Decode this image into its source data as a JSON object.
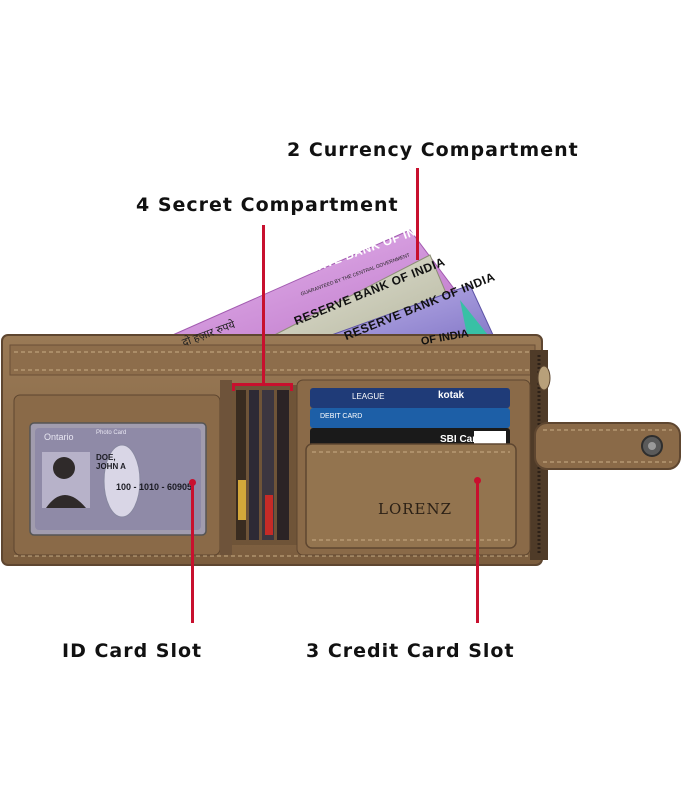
{
  "callouts": {
    "currency": "2 Currency Compartment",
    "secret": "4 Secret  Compartment",
    "id_slot": "ID Card Slot",
    "credit_slot": "3 Credit Card Slot"
  },
  "wallet": {
    "brand": "LORENZ"
  },
  "banknotes": {
    "issuer": "RESERVE BANK OF INDIA",
    "issuer_partial": "OF INDIA",
    "hindi_text": "दो हज़ार रुपये",
    "guarantee": "GUARANTEED BY THE CENTRAL GOVERNMENT"
  },
  "id_card": {
    "province": "Ontario",
    "title": "Photo Card",
    "name_last": "DOE,",
    "name_first": "JOHN A",
    "number": "100 - 1010 - 60905"
  },
  "cards": {
    "top": "kotak",
    "top_left": "LEAGUE",
    "middle": "DEBIT CARD",
    "bottom": "SBI Card"
  },
  "colors": {
    "leather": "#8a6a48",
    "leather_dark": "#5e4630",
    "leader": "#c8102e",
    "note_2000": "#c97fd0",
    "note_500": "#c9c9b5",
    "note_200": "#9f94d6"
  }
}
